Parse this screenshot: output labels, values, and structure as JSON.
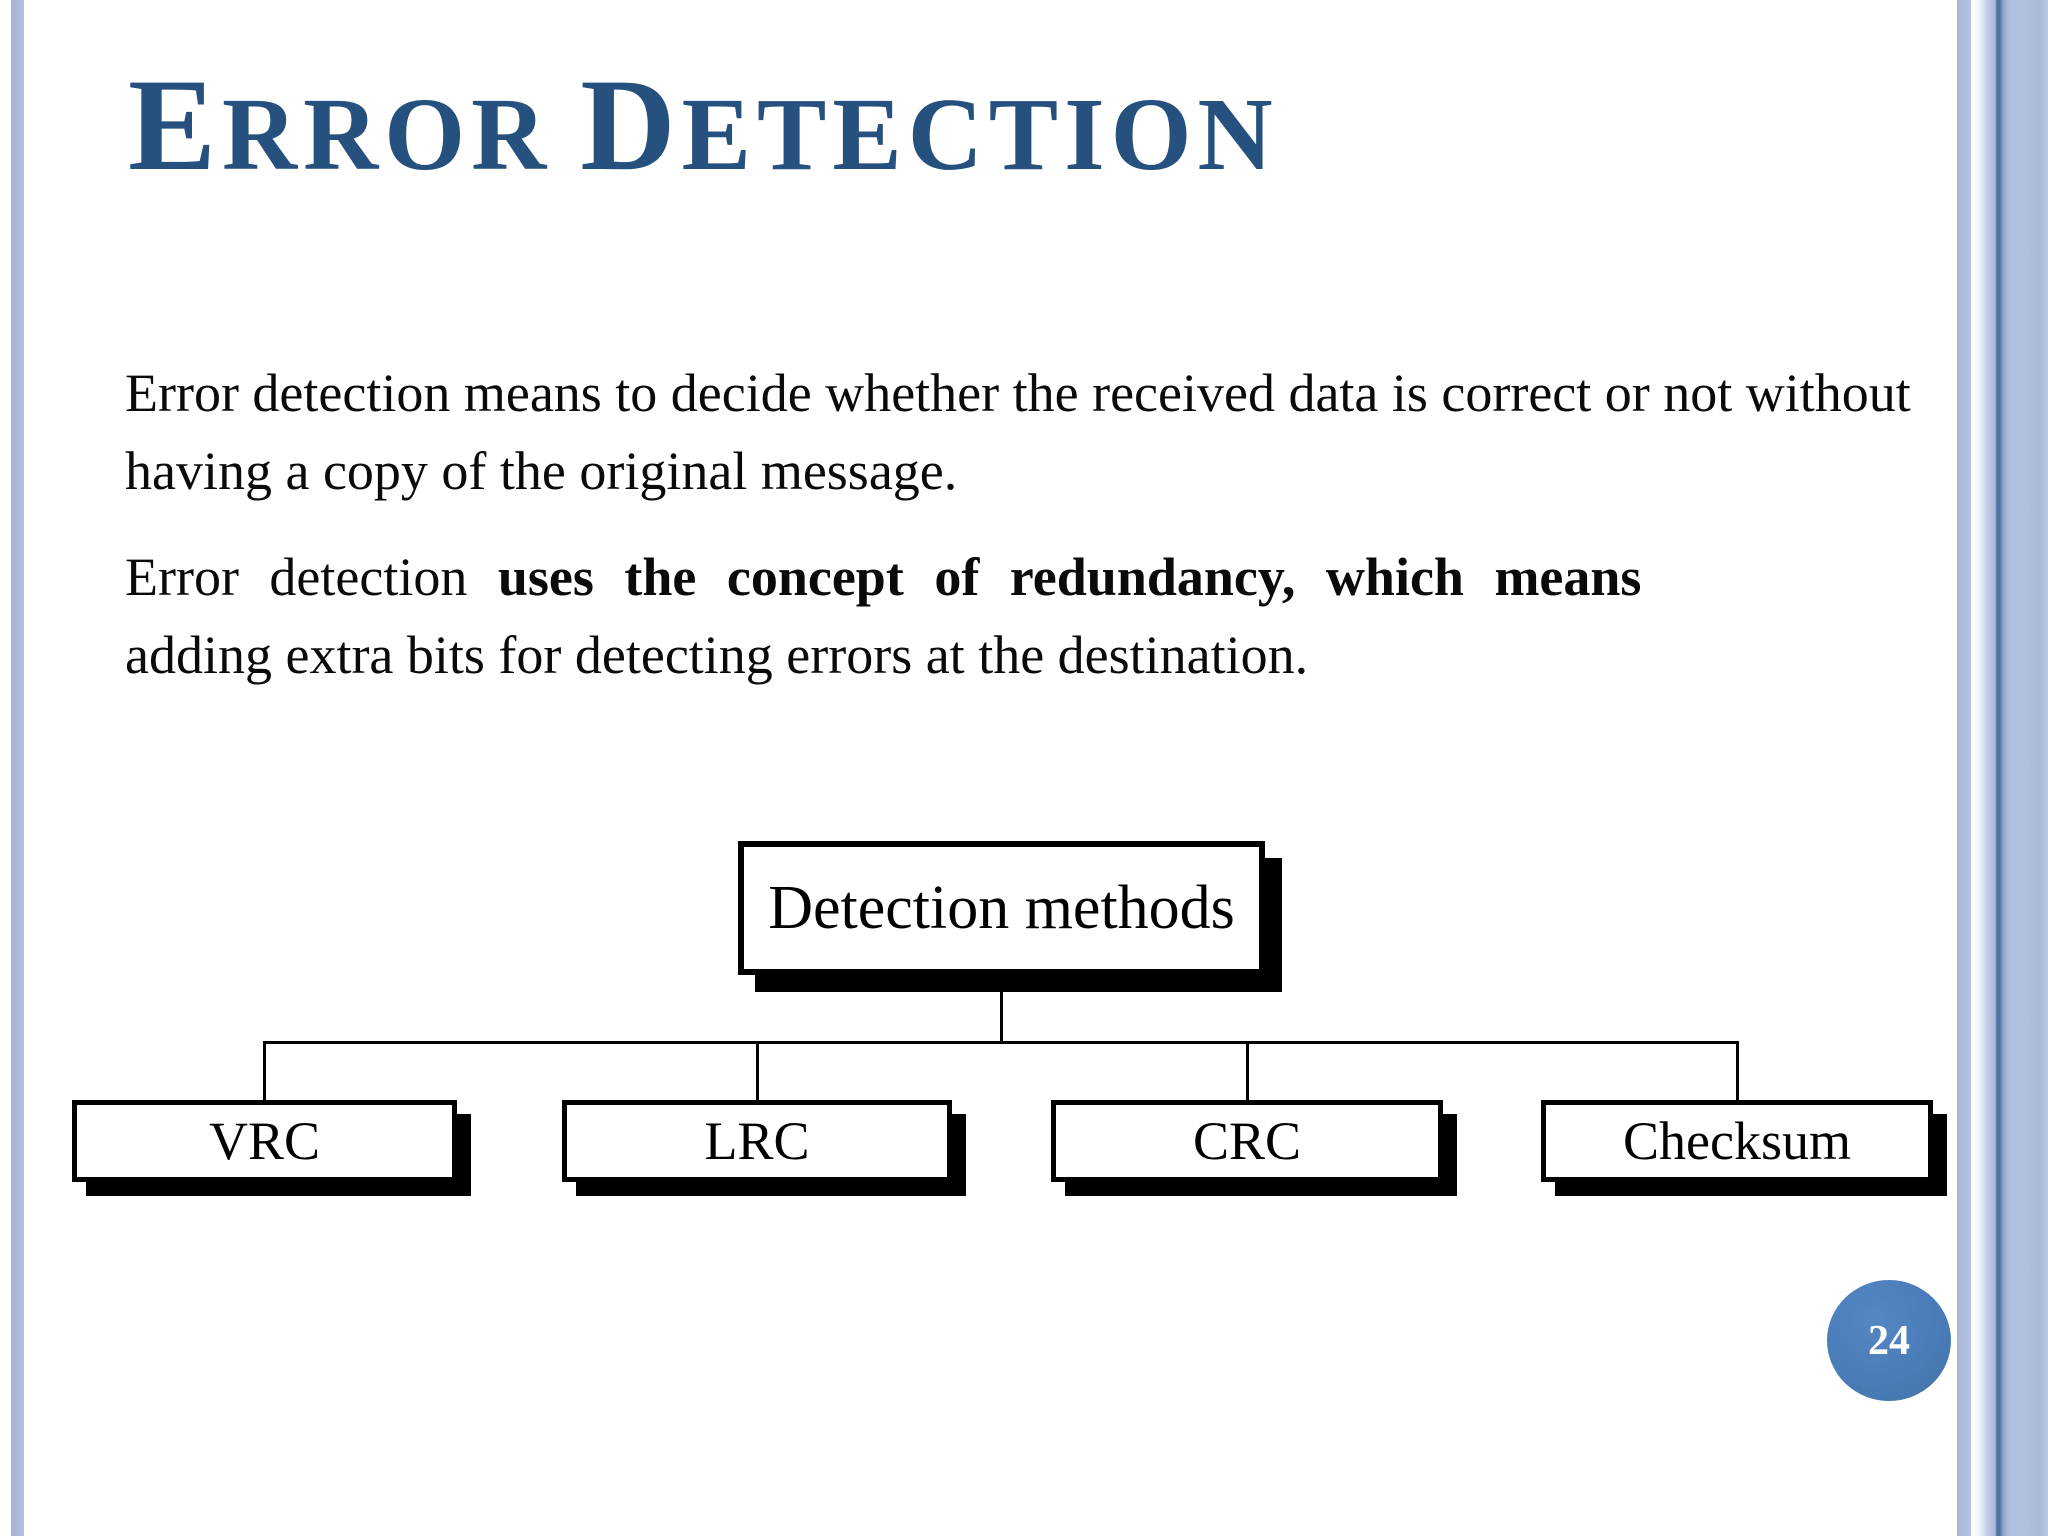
{
  "slide": {
    "title": {
      "word1_initial": "E",
      "word1_rest": "RROR",
      "word2_initial": "D",
      "word2_rest": "ETECTION"
    },
    "body": {
      "paragraph1": "Error detection means to decide whether the received data is correct or not without having a copy of the original message.",
      "paragraph2_prefix": "Error detection ",
      "paragraph2_bold": "uses the concept of redundancy, which means",
      "paragraph2_suffix": "adding extra bits for detecting errors at the destination."
    },
    "diagram": {
      "root": {
        "label": "Detection methods"
      },
      "children": [
        {
          "label": "VRC"
        },
        {
          "label": "LRC"
        },
        {
          "label": "CRC"
        },
        {
          "label": "Checksum"
        }
      ]
    },
    "page_number": "24",
    "colors": {
      "title_text": "#26507d",
      "body_text": "#0a0a0a",
      "diagram_line": "#000000",
      "page_badge": "#4a7cba",
      "border_stripe": "#b2bfde",
      "border_accent_line": "#4f719f"
    }
  }
}
